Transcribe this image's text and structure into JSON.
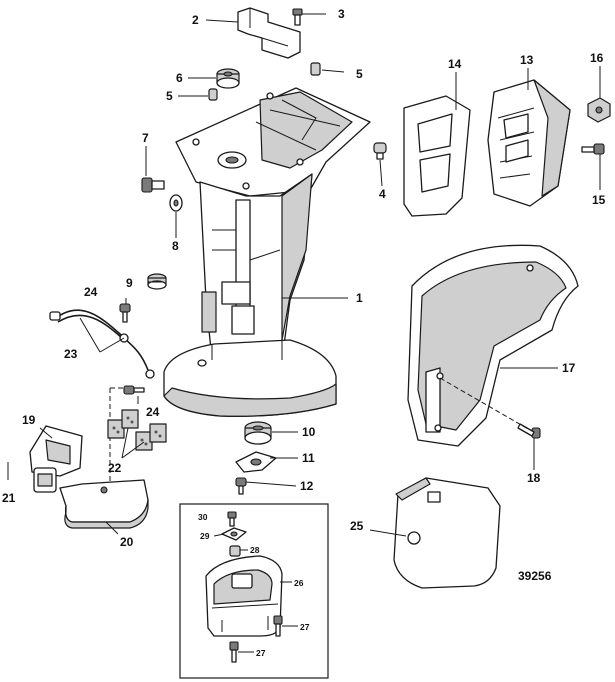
{
  "diagram": {
    "catalog_number": "39256",
    "callouts": {
      "c1": "1",
      "c2": "2",
      "c3": "3",
      "c4": "4",
      "c5a": "5",
      "c5b": "5",
      "c6": "6",
      "c7": "7",
      "c8": "8",
      "c9": "9",
      "c10": "10",
      "c11": "11",
      "c12": "12",
      "c13": "13",
      "c14": "14",
      "c15": "15",
      "c16": "16",
      "c17": "17",
      "c18": "18",
      "c19": "19",
      "c20": "20",
      "c21": "21",
      "c22": "22",
      "c23": "23",
      "c24a": "24",
      "c24b": "24",
      "c25": "25",
      "c26": "26",
      "c27a": "27",
      "c27b": "27",
      "c28": "28",
      "c29": "29",
      "c30": "30"
    },
    "colors": {
      "line": "#1a1a1a",
      "fill": "#ffffff",
      "shade": "#cfcfcf"
    }
  }
}
